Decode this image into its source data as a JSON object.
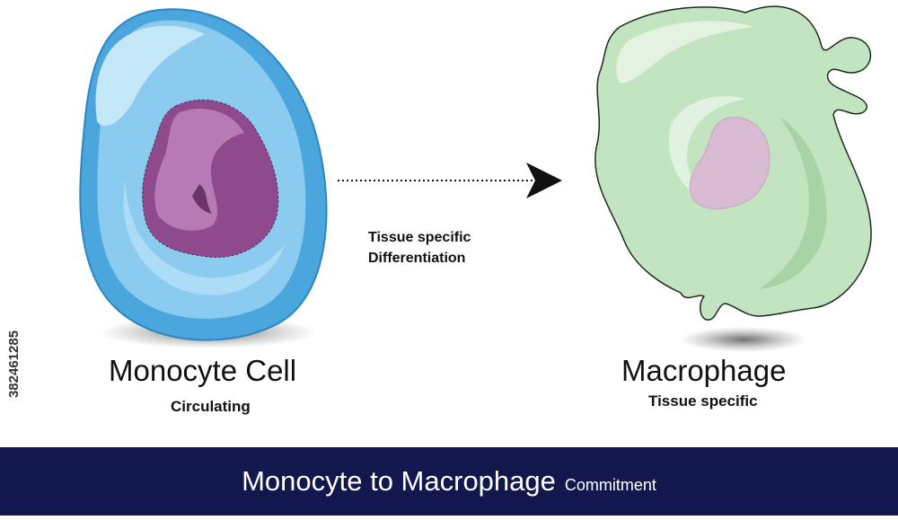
{
  "monocyte": {
    "title": "Monocyte Cell",
    "subtitle": "Circulating"
  },
  "macrophage": {
    "title": "Macrophage",
    "subtitle": "Tissue specific"
  },
  "transition": {
    "line1": "Tissue specific",
    "line2": "Differentiation"
  },
  "banner": {
    "main": "Monocyte to Macrophage",
    "small": "Commitment"
  },
  "side_id": "382461285",
  "colors": {
    "monocyte_outer": "#4aa6dc",
    "monocyte_inner": "#8ccbf0",
    "monocyte_highlight": "#c4e8f8",
    "monocyte_nucleus": "#8e4a8d",
    "monocyte_nucleus_light": "#b77ab5",
    "macrophage_body": "#c3e4c1",
    "macrophage_shade": "#a8d3a6",
    "macrophage_nucleus": "#d9bcd3",
    "banner_bg": "#12174d"
  }
}
